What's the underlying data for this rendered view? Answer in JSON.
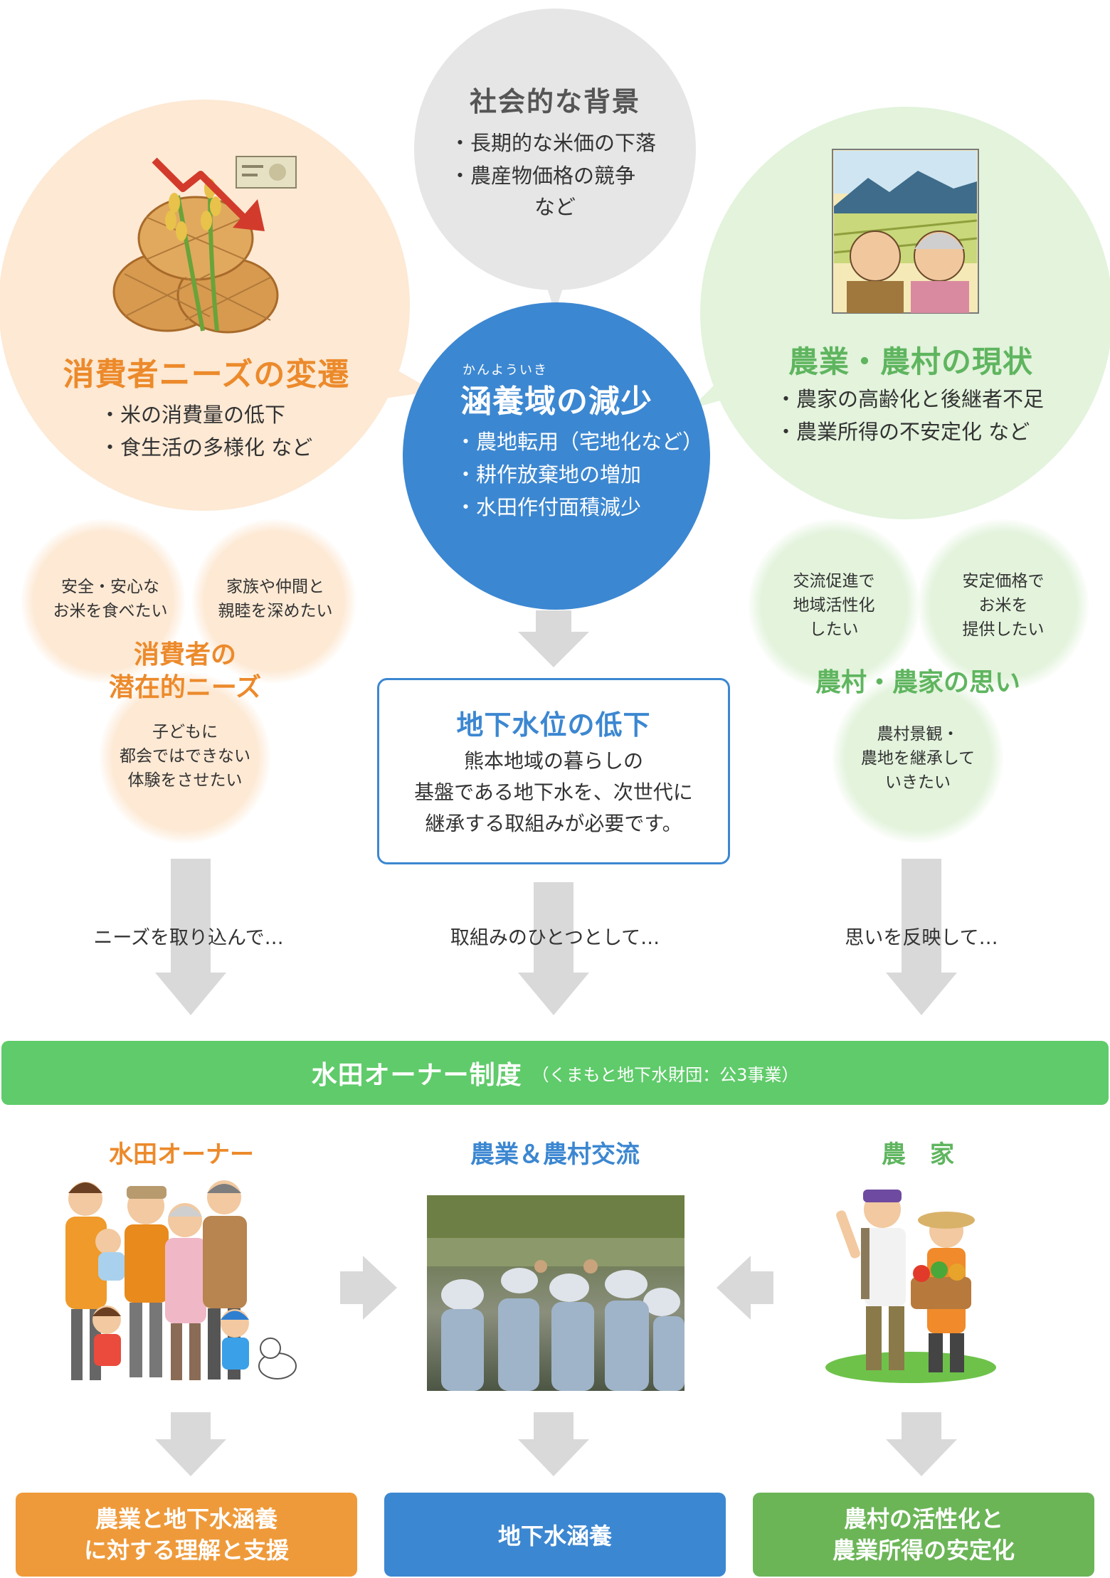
{
  "social": {
    "title": "社会的な背景",
    "items": [
      "・長期的な米価の下落",
      "・農産物価格の競争"
    ],
    "note": "など"
  },
  "consumer": {
    "title": "消費者ニーズの変遷",
    "items": [
      "・米の消費量の低下",
      "・食生活の多様化 など"
    ]
  },
  "center": {
    "ruby": "かんよういき",
    "title": "涵養域の減少",
    "items": [
      "・農地転用（宅地化など）",
      "・耕作放棄地の増加",
      "・水田作付面積減少"
    ]
  },
  "farm_status": {
    "title": "農業・農村の現状",
    "items": [
      "・農家の高齢化と後継者不足",
      "・農業所得の不安定化 など"
    ]
  },
  "latent": {
    "bubble1": [
      "安全・安心な",
      "お米を食べたい"
    ],
    "bubble2": [
      "家族や仲間と",
      "親睦を深めたい"
    ],
    "title": [
      "消費者の",
      "潜在的ニーズ"
    ],
    "bubble3": [
      "子どもに",
      "都会ではできない",
      "体験をさせたい"
    ]
  },
  "groundwater": {
    "title": "地下水位の低下",
    "text": [
      "熊本地域の暮らしの",
      "基盤である地下水を、次世代に",
      "継承する取組みが必要です。"
    ]
  },
  "farmer_wish": {
    "bubble1": [
      "交流促進で",
      "地域活性化",
      "したい"
    ],
    "bubble2": [
      "安定価格で",
      "お米を",
      "提供したい"
    ],
    "title": "農村・農家の思い",
    "bubble3": [
      "農村景観・",
      "農地を継承して",
      "いきたい"
    ]
  },
  "captions": {
    "left": "ニーズを取り込んで…",
    "mid": "取組みのひとつとして…",
    "right": "思いを反映して…"
  },
  "banner": {
    "title": "水田オーナー制度",
    "sub": "（くまもと地下水財団：公3事業）"
  },
  "columns": {
    "owner": "水田オーナー",
    "exchange": "農業＆農村交流",
    "farmer": "農　家"
  },
  "results": {
    "left": [
      "農業と地下水涵養",
      "に対する理解と支援"
    ],
    "mid": "地下水涵養",
    "right": [
      "農村の活性化と",
      "農業所得の安定化"
    ]
  },
  "colors": {
    "orange": "#ec8a2b",
    "blue": "#3c87d1",
    "green": "#5fb55f",
    "peach": "#fde9d4",
    "lightgreen": "#e3f3dc",
    "gray": "#e6e6e6"
  }
}
